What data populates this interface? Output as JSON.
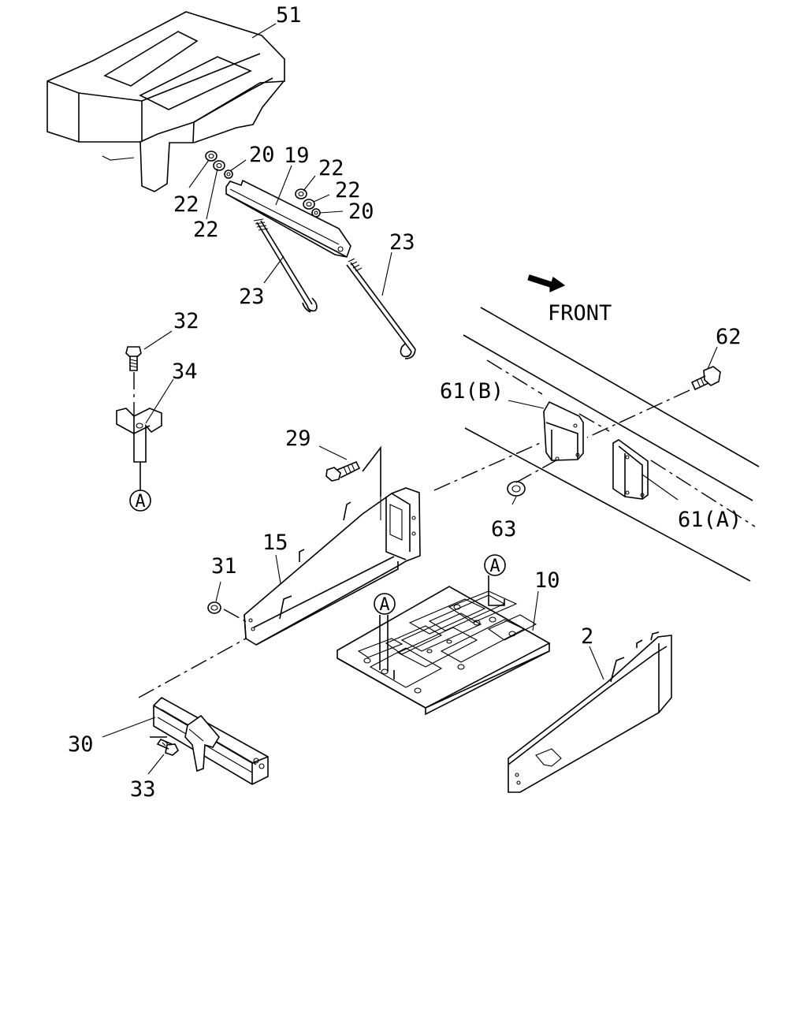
{
  "direction_label": "FRONT",
  "callouts": {
    "c51": "51",
    "c20a": "20",
    "c19": "19",
    "c22a": "22",
    "c22b": "22",
    "c22c": "22",
    "c22d": "22",
    "c20b": "20",
    "c23a": "23",
    "c23b": "23",
    "c32": "32",
    "c34": "34",
    "c62": "62",
    "c61b": "61(B)",
    "c29": "29",
    "c63": "63",
    "c61a": "61(A)",
    "c15": "15",
    "c31": "31",
    "c10": "10",
    "c2": "2",
    "c30": "30",
    "c33": "33"
  },
  "refs": {
    "ref_a1": "A",
    "ref_a2": "A",
    "ref_a3": "A"
  }
}
